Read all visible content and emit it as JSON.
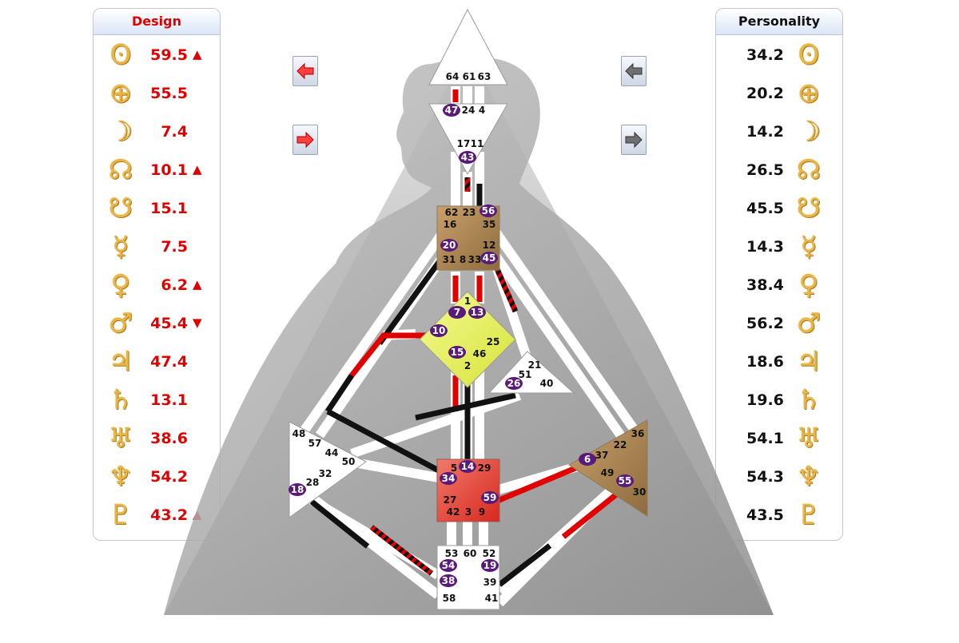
{
  "design": {
    "title": "Design",
    "rows": [
      {
        "planet": "sun-icon",
        "glyph": "ʘ",
        "value": "59.5",
        "arrow": "▲"
      },
      {
        "planet": "earth-icon",
        "glyph": "⊕",
        "value": "55.5",
        "arrow": ""
      },
      {
        "planet": "moon-icon",
        "glyph": "☽",
        "value": "7.4",
        "arrow": ""
      },
      {
        "planet": "north-node-icon",
        "glyph": "☊",
        "value": "10.1",
        "arrow": "▲"
      },
      {
        "planet": "south-node-icon",
        "glyph": "☋",
        "value": "15.1",
        "arrow": ""
      },
      {
        "planet": "mercury-icon",
        "glyph": "☿",
        "value": "7.5",
        "arrow": ""
      },
      {
        "planet": "venus-icon",
        "glyph": "♀",
        "value": "6.2",
        "arrow": "▲"
      },
      {
        "planet": "mars-icon",
        "glyph": "♂",
        "value": "45.4",
        "arrow": "▼"
      },
      {
        "planet": "jupiter-icon",
        "glyph": "♃",
        "value": "47.4",
        "arrow": ""
      },
      {
        "planet": "saturn-icon",
        "glyph": "♄",
        "value": "13.1",
        "arrow": ""
      },
      {
        "planet": "uranus-icon",
        "glyph": "♅",
        "value": "38.6",
        "arrow": ""
      },
      {
        "planet": "neptune-icon",
        "glyph": "♆",
        "value": "54.2",
        "arrow": ""
      },
      {
        "planet": "pluto-icon",
        "glyph": "♇",
        "value": "43.2",
        "arrow": "▲"
      }
    ]
  },
  "personality": {
    "title": "Personality",
    "rows": [
      {
        "planet": "sun-icon",
        "glyph": "ʘ",
        "value": "34.2"
      },
      {
        "planet": "earth-icon",
        "glyph": "⊕",
        "value": "20.2"
      },
      {
        "planet": "moon-icon",
        "glyph": "☽",
        "value": "14.2"
      },
      {
        "planet": "north-node-icon",
        "glyph": "☊",
        "value": "26.5"
      },
      {
        "planet": "south-node-icon",
        "glyph": "☋",
        "value": "45.5"
      },
      {
        "planet": "mercury-icon",
        "glyph": "☿",
        "value": "14.3"
      },
      {
        "planet": "venus-icon",
        "glyph": "♀",
        "value": "38.4"
      },
      {
        "planet": "mars-icon",
        "glyph": "♂",
        "value": "56.2"
      },
      {
        "planet": "jupiter-icon",
        "glyph": "♃",
        "value": "18.6"
      },
      {
        "planet": "saturn-icon",
        "glyph": "♄",
        "value": "19.6"
      },
      {
        "planet": "uranus-icon",
        "glyph": "♅",
        "value": "54.1"
      },
      {
        "planet": "neptune-icon",
        "glyph": "♆",
        "value": "54.3"
      },
      {
        "planet": "pluto-icon",
        "glyph": "♇",
        "value": "43.5"
      }
    ]
  },
  "nav": {
    "design_prev": "design-prev-button",
    "design_next": "design-next-button",
    "personality_prev": "personality-prev-button",
    "personality_next": "personality-next-button"
  },
  "colors": {
    "design": "#e00000",
    "personality": "#111111",
    "gate_badge": "#5a1a7a",
    "head_center": "#ffffff",
    "ajna_center": "#ffffff",
    "throat_center": "#b58a4f",
    "g_center": "#e8f060",
    "heart_center": "#ffffff",
    "sacral_center": "#e3574a",
    "solar_plexus_center": "#b58a4f",
    "spleen_center": "#ffffff",
    "root_center": "#ffffff"
  },
  "gates": {
    "head": [
      "64",
      "61",
      "63"
    ],
    "ajna": [
      "47",
      "24",
      "4",
      "17",
      "11",
      "43"
    ],
    "throat": [
      "62",
      "23",
      "56",
      "16",
      "35",
      "20",
      "12",
      "31",
      "8",
      "33",
      "45"
    ],
    "g": [
      "1",
      "7",
      "13",
      "10",
      "25",
      "15",
      "46",
      "2"
    ],
    "heart": [
      "21",
      "51",
      "26",
      "40"
    ],
    "spleen": [
      "48",
      "57",
      "44",
      "50",
      "32",
      "28",
      "18"
    ],
    "sacral": [
      "5",
      "14",
      "29",
      "34",
      "27",
      "59",
      "42",
      "3",
      "9"
    ],
    "solar_plexus": [
      "36",
      "22",
      "6",
      "37",
      "49",
      "55",
      "30"
    ],
    "root": [
      "53",
      "60",
      "52",
      "54",
      "19",
      "38",
      "39",
      "58",
      "41"
    ],
    "active": [
      "47",
      "43",
      "56",
      "20",
      "45",
      "7",
      "13",
      "10",
      "15",
      "26",
      "18",
      "14",
      "34",
      "59",
      "6",
      "55",
      "54",
      "19",
      "38"
    ]
  }
}
